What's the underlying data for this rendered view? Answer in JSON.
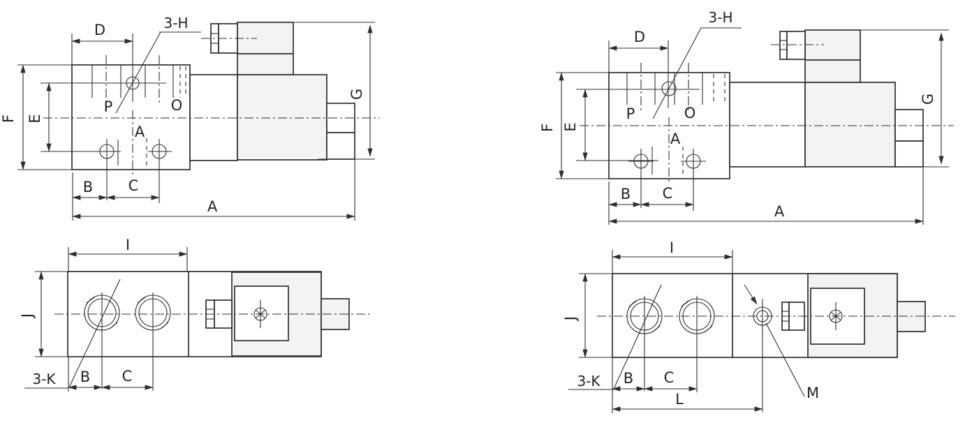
{
  "left": {
    "front": {
      "d": "D",
      "h3": "3-H",
      "f": "F",
      "e": "E",
      "p": "P",
      "o": "O",
      "a_port": "A",
      "b": "B",
      "c": "C",
      "a": "A",
      "g": "G"
    },
    "top": {
      "i": "I",
      "j": "J",
      "k3": "3-K",
      "b": "B",
      "c": "C"
    }
  },
  "right": {
    "front": {
      "d": "D",
      "h3": "3-H",
      "f": "F",
      "e": "E",
      "p": "P",
      "o": "O",
      "a_port": "A",
      "b": "B",
      "c": "C",
      "a": "A",
      "g": "G"
    },
    "top": {
      "i": "I",
      "j": "J",
      "k3": "3-K",
      "b": "B",
      "c": "C",
      "l": "L",
      "m": "M"
    }
  },
  "meta": {
    "line_color": "#2e2e2e",
    "fill_light": "#f3f3f3",
    "background": "#ffffff"
  }
}
